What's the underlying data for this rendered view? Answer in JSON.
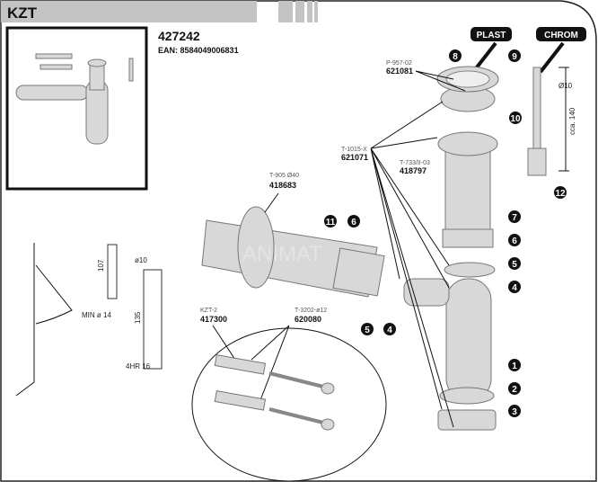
{
  "header": {
    "title": "KZT"
  },
  "product": {
    "code": "427242",
    "ean": "EAN: 8584049006831"
  },
  "tags": {
    "plast": "PLAST",
    "chrom": "CHROM"
  },
  "parts": {
    "p957": {
      "type": "P-957-02",
      "code": "621081"
    },
    "t1015": {
      "type": "T-1015-X",
      "code": "621071"
    },
    "t733": {
      "type": "T-733/II-03",
      "code": "418797"
    },
    "t905": {
      "type": "T-905 Ø40",
      "code": "418683"
    },
    "kzt2": {
      "type": "KZT-2",
      "code": "417300"
    },
    "t3202": {
      "type": "T-3202-ø12",
      "code": "620080"
    }
  },
  "dimensions": {
    "rod_diameter": "Ø10",
    "rod_length": "cca. 140",
    "d107": "107",
    "min14": "MIN ø 14",
    "d10": "ø10",
    "d135": "135",
    "hr16": "4HR 16"
  },
  "callouts": [
    "8",
    "9",
    "10",
    "12",
    "7",
    "6",
    "5",
    "4",
    "11",
    "6",
    "5",
    "4",
    "1",
    "2",
    "3"
  ],
  "watermark": "ANIMAT"
}
